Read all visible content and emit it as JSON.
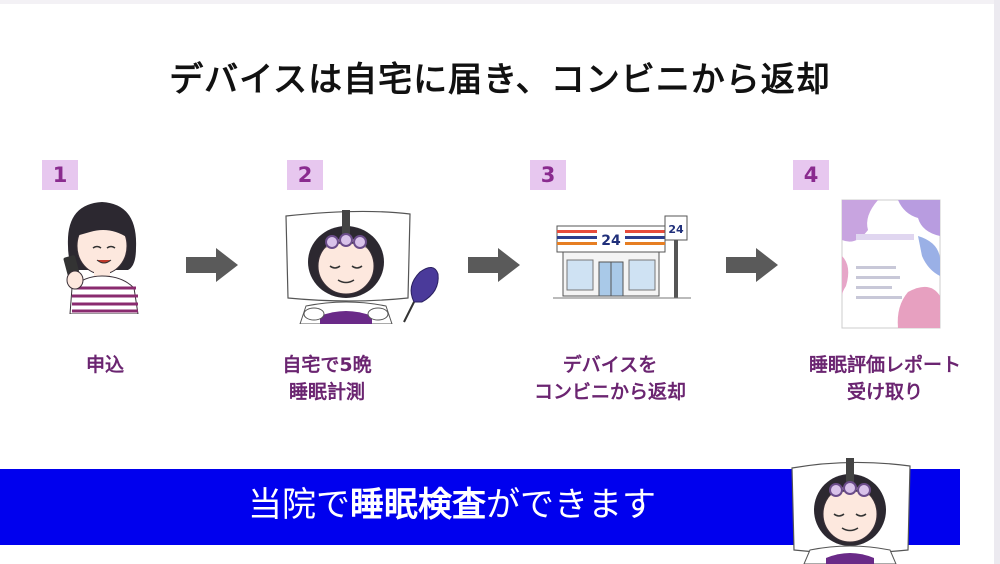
{
  "title": "デバイスは自宅に届き、コンビニから返却",
  "steps": [
    {
      "number": "1",
      "label_lines": [
        "申込"
      ],
      "icon": "woman-with-phone-icon"
    },
    {
      "number": "2",
      "label_lines": [
        "自宅で5晩",
        "睡眠計測"
      ],
      "icon": "sleeping-woman-with-device-icon"
    },
    {
      "number": "3",
      "label_lines": [
        "デバイスを",
        "コンビニから返却"
      ],
      "icon": "convenience-store-icon"
    },
    {
      "number": "4",
      "label_lines": [
        "睡眠評価レポート",
        "受け取り"
      ],
      "icon": "sleep-report-icon"
    }
  ],
  "store_sign": "24",
  "banner": {
    "prefix": "当院で",
    "highlight": "睡眠検査",
    "suffix": "ができます"
  },
  "colors": {
    "banner_bg": "#0000ee",
    "step_badge_bg": "#e7c7ef",
    "step_text": "#6b2571",
    "arrow": "#5a5a5a"
  }
}
